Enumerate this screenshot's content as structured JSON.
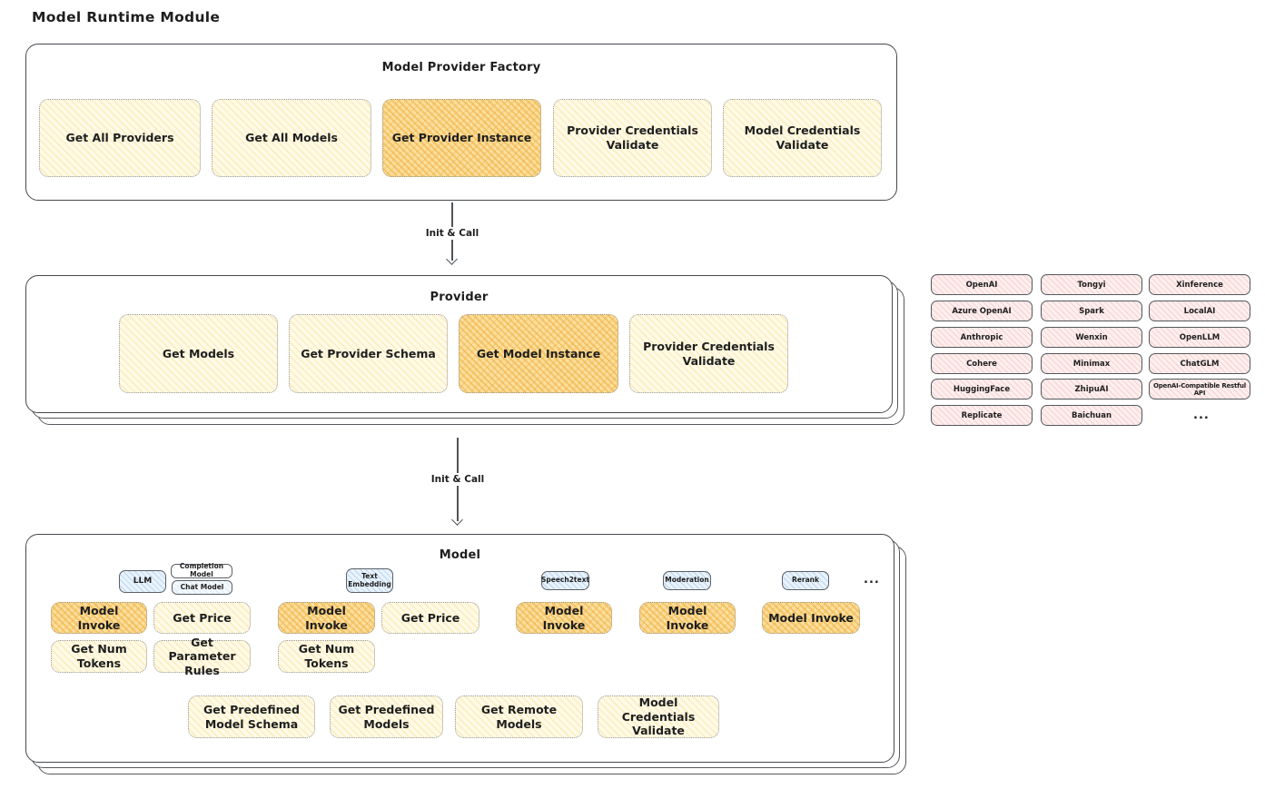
{
  "page_title": "Model Runtime Module",
  "colors": {
    "container_border": "#46494e",
    "node_fill": "#fffae6",
    "node_highlight_fill": "#fbdf9d",
    "type_chip_fill": "#eaf3fc",
    "provider_cell_fill": "#fdefee",
    "text": "#1e1e1e"
  },
  "factory": {
    "title": "Model Provider Factory",
    "items": [
      {
        "label": "Get All Providers",
        "highlight": false
      },
      {
        "label": "Get All Models",
        "highlight": false
      },
      {
        "label": "Get Provider Instance",
        "highlight": true
      },
      {
        "label": "Provider Credentials Validate",
        "highlight": false
      },
      {
        "label": "Model Credentials Validate",
        "highlight": false
      }
    ]
  },
  "arrow_factory_provider": {
    "label": "Init & Call"
  },
  "provider": {
    "title": "Provider",
    "items": [
      {
        "label": "Get Models",
        "highlight": false
      },
      {
        "label": "Get Provider Schema",
        "highlight": false
      },
      {
        "label": "Get Model Instance",
        "highlight": true
      },
      {
        "label": "Provider Credentials Validate",
        "highlight": false
      }
    ]
  },
  "provider_list": {
    "column1": [
      "OpenAI",
      "Azure OpenAI",
      "Anthropic",
      "Cohere",
      "HuggingFace",
      "Replicate"
    ],
    "column2": [
      "Tongyi",
      "Spark",
      "Wenxin",
      "Minimax",
      "ZhipuAI",
      "Baichuan"
    ],
    "column3": [
      "Xinference",
      "LocalAI",
      "OpenLLM",
      "ChatGLM",
      "OpenAI-Compatible Restful API"
    ],
    "ellipsis": "..."
  },
  "arrow_provider_model": {
    "label": "Init & Call"
  },
  "model": {
    "title": "Model",
    "types": {
      "llm": "LLM",
      "completion_model": "Completion Model",
      "chat_model": "Chat Model",
      "text_embedding": "Text Embedding",
      "speech2text": "Speech2text",
      "moderation": "Moderation",
      "rerank": "Rerank",
      "ellipsis": "..."
    },
    "ops": {
      "model_invoke": "Model Invoke",
      "get_price": "Get Price",
      "get_num_tokens": "Get Num Tokens",
      "get_parameter_rules": "Get Parameter Rules"
    },
    "bottom": [
      "Get Predefined Model Schema",
      "Get Predefined Models",
      "Get Remote Models",
      "Model Credentials Validate"
    ]
  }
}
